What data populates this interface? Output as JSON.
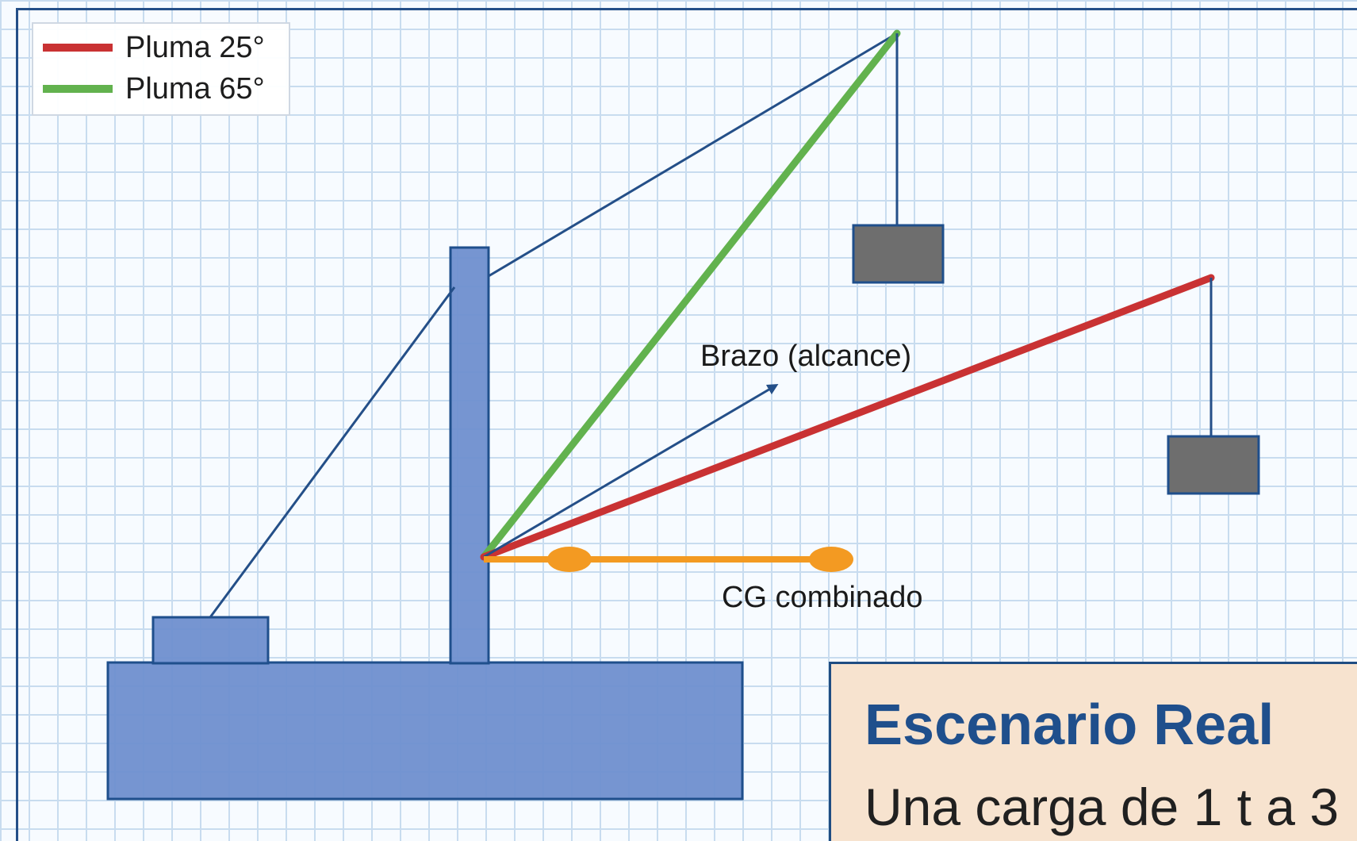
{
  "legend": {
    "items": [
      {
        "label": "Pluma 25°",
        "color": "#c93233"
      },
      {
        "label": "Pluma 65°",
        "color": "#62b24e"
      }
    ]
  },
  "labels": {
    "brazo": "Brazo (alcance)",
    "cg": "CG combinado"
  },
  "scenario": {
    "title": "Escenario Real",
    "text": "Una carga de 1 t a 3"
  },
  "colors": {
    "grid_background": "#f7fbff",
    "grid_line": "#c8dcef",
    "frame": "#244f88",
    "structure_fill": "#6f8fcf",
    "structure_stroke": "#1f4f8c",
    "cable": "#244f88",
    "load_fill": "#6e6e6e",
    "cg_color": "#f39a22",
    "boom_25": "#c93233",
    "boom_65": "#62b24e",
    "scenario_fill": "#f7e3cf",
    "scenario_title": "#1f4f8c"
  }
}
